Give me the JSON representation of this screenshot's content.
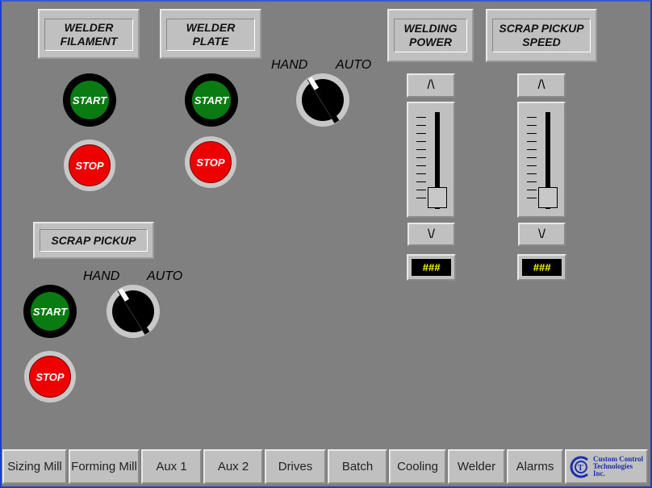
{
  "labels": {
    "welder_filament": "WELDER\nFILAMENT",
    "welder_plate": "WELDER\nPLATE",
    "welding_power": "WELDING\nPOWER",
    "scrap_pickup_speed": "SCRAP PICKUP\nSPEED",
    "scrap_pickup": "SCRAP PICKUP"
  },
  "buttons": {
    "start": "START",
    "stop": "STOP",
    "up": "/\\",
    "down": "\\/"
  },
  "selector": {
    "hand": "HAND",
    "auto": "AUTO"
  },
  "displays": {
    "welding_power": "###",
    "scrap_pickup_speed": "###"
  },
  "sliders": {
    "welding_power_level": 0,
    "scrap_pickup_speed_level": 0
  },
  "nav": [
    "Sizing Mill",
    "Forming Mill",
    "Aux 1",
    "Aux 2",
    "Drives",
    "Batch",
    "Cooling",
    "Welder",
    "Alarms"
  ],
  "logo": {
    "line1": "Custom Control",
    "line2": "Technologies Inc."
  },
  "colors": {
    "background": "#808080",
    "start": "#0a7a12",
    "stop": "#ee0000",
    "display_text": "#ffff00",
    "logo": "#1a2fb0"
  }
}
